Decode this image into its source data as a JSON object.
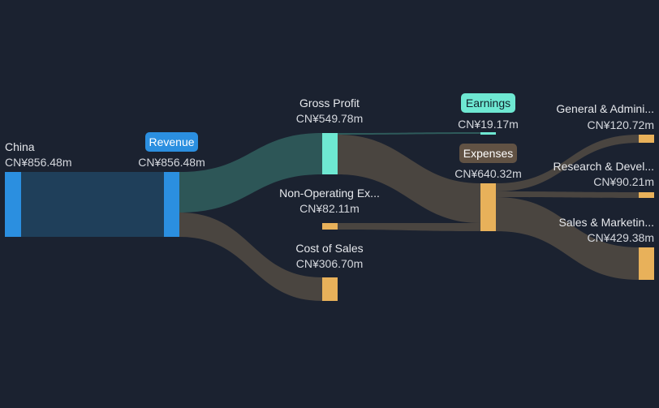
{
  "colors": {
    "background": "#1b2230",
    "revenue_blue": "#2b8fe0",
    "china_flow": "#1f3f5a",
    "profit_teal": "#6ee8d2",
    "profit_flow": "#2e5a5a",
    "expense_orange": "#e8b15a",
    "expense_flow": "#4a4540",
    "expenses_pill": "#615244"
  },
  "nodes": {
    "china": {
      "name": "China",
      "value": "CN¥856.48m"
    },
    "revenue": {
      "name": "Revenue",
      "value": "CN¥856.48m"
    },
    "gross_profit": {
      "name": "Gross Profit",
      "value": "CN¥549.78m"
    },
    "non_operating": {
      "name": "Non-Operating Ex...",
      "value": "CN¥82.11m"
    },
    "cost_of_sales": {
      "name": "Cost of Sales",
      "value": "CN¥306.70m"
    },
    "earnings": {
      "name": "Earnings",
      "value": "CN¥19.17m"
    },
    "expenses": {
      "name": "Expenses",
      "value": "CN¥640.32m"
    },
    "general_admin": {
      "name": "General & Admini...",
      "value": "CN¥120.72m"
    },
    "research_dev": {
      "name": "Research & Devel...",
      "value": "CN¥90.21m"
    },
    "sales_marketing": {
      "name": "Sales & Marketin...",
      "value": "CN¥429.38m"
    }
  }
}
